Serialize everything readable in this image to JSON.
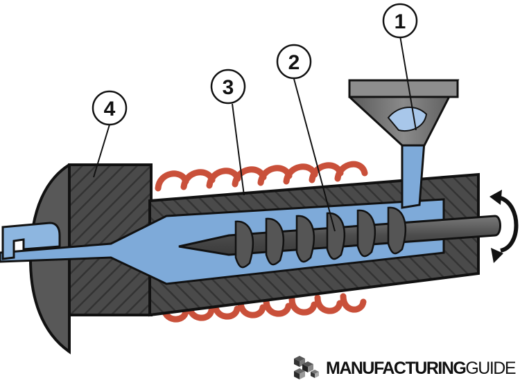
{
  "callouts": [
    {
      "id": "1",
      "label": "1"
    },
    {
      "id": "2",
      "label": "2"
    },
    {
      "id": "3",
      "label": "3"
    },
    {
      "id": "4",
      "label": "4"
    }
  ],
  "brand": {
    "bold": "MANUFACTURING",
    "light": "GUIDE"
  },
  "colors": {
    "barrel": "#4a4a4a",
    "barrel_hatch": "#343434",
    "material": "#7eaad9",
    "screw": "#5a5a5a",
    "hopper": "#6e6e6e",
    "heater_coil": "#d9614a",
    "outline": "#111111"
  },
  "icons": [
    "rotation-arrow-icon",
    "manufacturing-guide-logo-icon"
  ]
}
